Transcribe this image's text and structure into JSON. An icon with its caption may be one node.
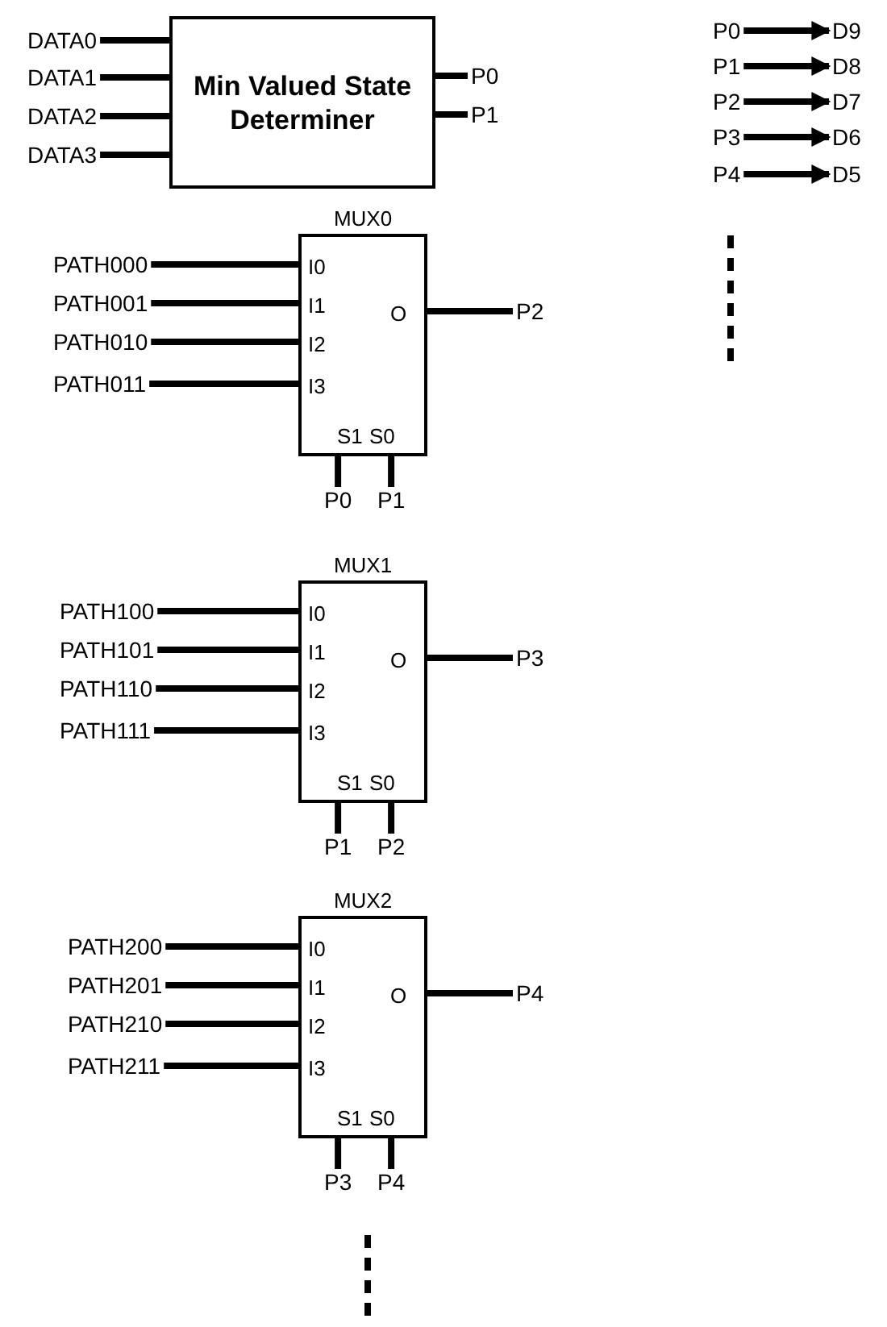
{
  "diagram": {
    "nodes": [
      {
        "text": [
          "DATA0"
        ]
      },
      {
        "text": [
          "DATA1"
        ]
      },
      {
        "text": [
          "DATA2"
        ]
      },
      {
        "text": [
          "DATA3"
        ]
      },
      {
        "text": [
          "Min Valued State Determiner"
        ]
      },
      {
        "text": [
          "P0"
        ]
      },
      {
        "text": [
          "P1"
        ]
      },
      {
        "text": [
          "P0"
        ]
      },
      {
        "text": [
          "D9"
        ]
      },
      {
        "text": [
          "P1"
        ]
      },
      {
        "text": [
          "D8"
        ]
      },
      {
        "text": [
          "P2"
        ]
      },
      {
        "text": [
          "D7"
        ]
      },
      {
        "text": [
          "P3"
        ]
      },
      {
        "text": [
          "D6"
        ]
      },
      {
        "text": [
          "P4"
        ]
      },
      {
        "text": [
          "D5"
        ]
      },
      {
        "text": [
          "MUX0",
          "I0",
          "I1",
          "I2",
          "I3",
          "O",
          "S1",
          "S0"
        ]
      },
      {
        "text": [
          "PATH000"
        ]
      },
      {
        "text": [
          "PATH001"
        ]
      },
      {
        "text": [
          "PATH010"
        ]
      },
      {
        "text": [
          "PATH011"
        ]
      },
      {
        "text": [
          "P2"
        ]
      },
      {
        "text": [
          "P0"
        ]
      },
      {
        "text": [
          "P1"
        ]
      },
      {
        "text": [
          "MUX1",
          "I0",
          "I1",
          "I2",
          "I3",
          "O",
          "S1",
          "S0"
        ]
      },
      {
        "text": [
          "PATH100"
        ]
      },
      {
        "text": [
          "PATH101"
        ]
      },
      {
        "text": [
          "PATH110"
        ]
      },
      {
        "text": [
          "PATH111"
        ]
      },
      {
        "text": [
          "P3"
        ]
      },
      {
        "text": [
          "P1"
        ]
      },
      {
        "text": [
          "P2"
        ]
      },
      {
        "text": [
          "MUX2",
          "I0",
          "I1",
          "I2",
          "I3",
          "O",
          "S1",
          "S0"
        ]
      },
      {
        "text": [
          "PATH200"
        ]
      },
      {
        "text": [
          "PATH201"
        ]
      },
      {
        "text": [
          "PATH210"
        ]
      },
      {
        "text": [
          "PATH211"
        ]
      },
      {
        "text": [
          "P4"
        ]
      },
      {
        "text": [
          "P3"
        ]
      },
      {
        "text": [
          "P4"
        ]
      }
    ],
    "edges": [
      {
        "from": 0,
        "to": 4,
        "arrow": "none"
      },
      {
        "from": 1,
        "to": 4,
        "arrow": "none"
      },
      {
        "from": 2,
        "to": 4,
        "arrow": "none"
      },
      {
        "from": 3,
        "to": 4,
        "arrow": "none"
      },
      {
        "from": 4,
        "to": 5,
        "arrow": "none"
      },
      {
        "from": 4,
        "to": 6,
        "arrow": "none"
      },
      {
        "from": 7,
        "to": 8,
        "arrow": "to"
      },
      {
        "from": 9,
        "to": 10,
        "arrow": "to"
      },
      {
        "from": 11,
        "to": 12,
        "arrow": "to"
      },
      {
        "from": 13,
        "to": 14,
        "arrow": "to"
      },
      {
        "from": 15,
        "to": 16,
        "arrow": "to"
      },
      {
        "from": 18,
        "to": 17,
        "arrow": "none"
      },
      {
        "from": 19,
        "to": 17,
        "arrow": "none"
      },
      {
        "from": 20,
        "to": 17,
        "arrow": "none"
      },
      {
        "from": 21,
        "to": 17,
        "arrow": "none"
      },
      {
        "from": 17,
        "to": 22,
        "arrow": "none"
      },
      {
        "from": 23,
        "to": 17,
        "arrow": "none"
      },
      {
        "from": 24,
        "to": 17,
        "arrow": "none"
      },
      {
        "from": 26,
        "to": 25,
        "arrow": "none"
      },
      {
        "from": 27,
        "to": 25,
        "arrow": "none"
      },
      {
        "from": 28,
        "to": 25,
        "arrow": "none"
      },
      {
        "from": 29,
        "to": 25,
        "arrow": "none"
      },
      {
        "from": 25,
        "to": 30,
        "arrow": "none"
      },
      {
        "from": 31,
        "to": 25,
        "arrow": "none"
      },
      {
        "from": 32,
        "to": 25,
        "arrow": "none"
      },
      {
        "from": 34,
        "to": 33,
        "arrow": "none"
      },
      {
        "from": 35,
        "to": 33,
        "arrow": "none"
      },
      {
        "from": 36,
        "to": 33,
        "arrow": "none"
      },
      {
        "from": 37,
        "to": 33,
        "arrow": "none"
      },
      {
        "from": 33,
        "to": 38,
        "arrow": "none"
      },
      {
        "from": 39,
        "to": 33,
        "arrow": "none"
      },
      {
        "from": 40,
        "to": 33,
        "arrow": "none"
      }
    ]
  }
}
